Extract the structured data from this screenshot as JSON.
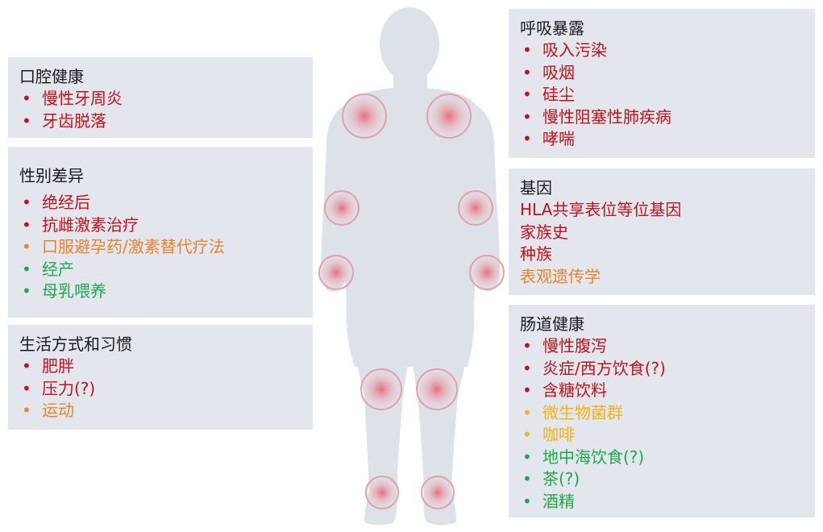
{
  "colors": {
    "red": "#c0121b",
    "orange": "#e8822e",
    "green": "#1fa84b",
    "yellow": "#f3b21a",
    "panel": "#e3e6ec",
    "silhouette": "#dde1e8"
  },
  "panels": {
    "oral": {
      "title": "口腔健康",
      "items": [
        {
          "text": "慢性牙周炎",
          "color": "red"
        },
        {
          "text": "牙齿脱落",
          "color": "red"
        }
      ]
    },
    "sex": {
      "title": "性别差异",
      "items": [
        {
          "text": "绝经后",
          "color": "red"
        },
        {
          "text": "抗雌激素治疗",
          "color": "red"
        },
        {
          "text": "口服避孕药/激素替代疗法",
          "color": "orange"
        },
        {
          "text": "经产",
          "color": "green"
        },
        {
          "text": "母乳喂养",
          "color": "green"
        }
      ]
    },
    "lifestyle": {
      "title": "生活方式和习惯",
      "items": [
        {
          "text": "肥胖",
          "color": "red"
        },
        {
          "text": "压力(?)",
          "color": "red"
        },
        {
          "text": "运动",
          "color": "orange"
        }
      ]
    },
    "respiratory": {
      "title": "呼吸暴露",
      "items": [
        {
          "text": "吸入污染",
          "color": "red"
        },
        {
          "text": "吸烟",
          "color": "red"
        },
        {
          "text": "硅尘",
          "color": "red"
        },
        {
          "text": "慢性阻塞性肺疾病",
          "color": "red"
        },
        {
          "text": "哮喘",
          "color": "red"
        }
      ]
    },
    "genes": {
      "title": "基因",
      "items": [
        {
          "text": "HLA共享表位等位基因",
          "color": "red"
        },
        {
          "text": "家族史",
          "color": "red"
        },
        {
          "text": "种族",
          "color": "red"
        },
        {
          "text": "表观遗传学",
          "color": "orange"
        }
      ]
    },
    "gut": {
      "title": "肠道健康",
      "items": [
        {
          "text": "慢性腹泻",
          "color": "red"
        },
        {
          "text": "炎症/西方饮食(?)",
          "color": "red"
        },
        {
          "text": "含糖饮料",
          "color": "red"
        },
        {
          "text": "微生物菌群",
          "color": "yellow"
        },
        {
          "text": "咖啡",
          "color": "yellow"
        },
        {
          "text": "地中海饮食(?)",
          "color": "green"
        },
        {
          "text": "茶(?)",
          "color": "green"
        },
        {
          "text": "酒精",
          "color": "green"
        }
      ]
    }
  }
}
